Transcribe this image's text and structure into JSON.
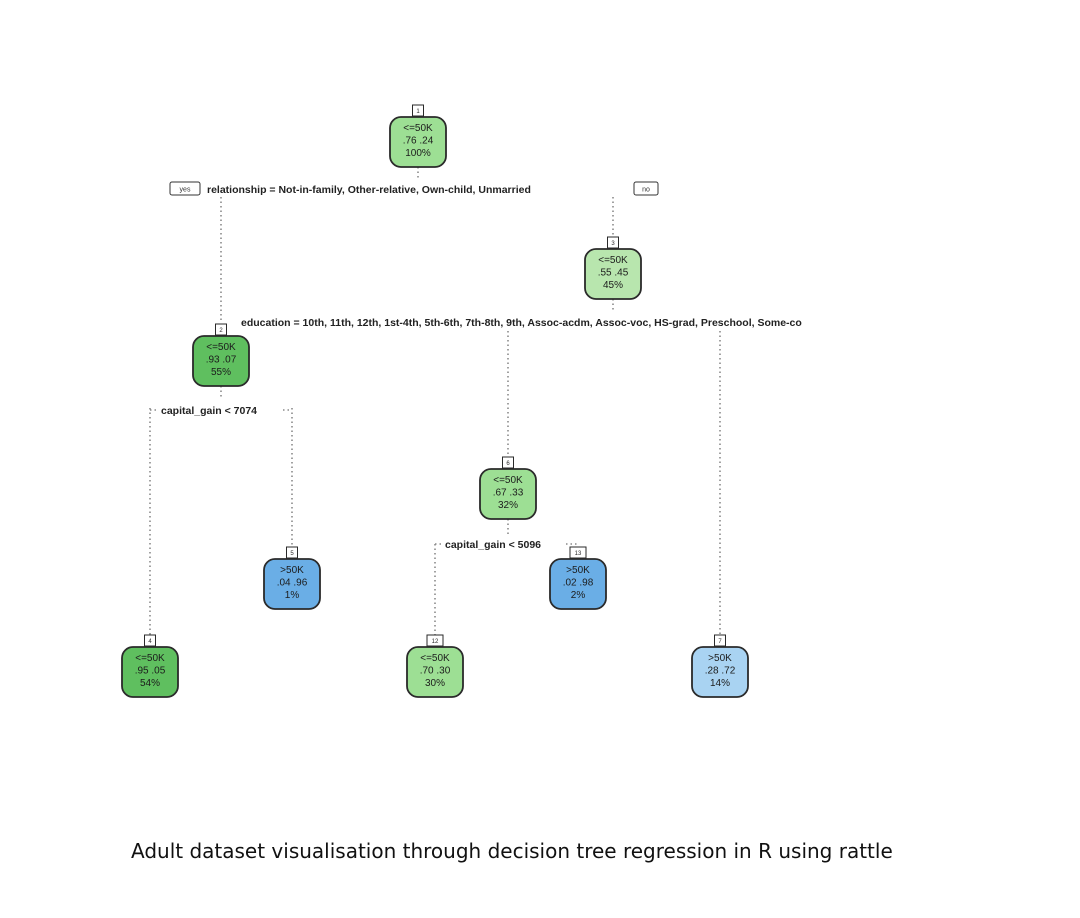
{
  "caption": "Adult dataset visualisation through decision tree regression in R using rattle",
  "colors": {
    "green_light": "#b8e6ae",
    "green_mid": "#9ddf94",
    "green_dark": "#5fbf5f",
    "blue_light": "#a9d3f2",
    "blue_mid": "#6aaee6",
    "connector": "#8a8a8a"
  },
  "nodes": [
    {
      "id": "1",
      "class_label": "<=50K",
      "probs": ".76  .24",
      "pct": "100%",
      "color": "green_mid"
    },
    {
      "id": "2",
      "class_label": "<=50K",
      "probs": ".93  .07",
      "pct": "55%",
      "color": "green_dark"
    },
    {
      "id": "3",
      "class_label": "<=50K",
      "probs": ".55  .45",
      "pct": "45%",
      "color": "green_light"
    },
    {
      "id": "4",
      "class_label": "<=50K",
      "probs": ".95  .05",
      "pct": "54%",
      "color": "green_dark"
    },
    {
      "id": "5",
      "class_label": ">50K",
      "probs": ".04  .96",
      "pct": "1%",
      "color": "blue_mid"
    },
    {
      "id": "6",
      "class_label": "<=50K",
      "probs": ".67  .33",
      "pct": "32%",
      "color": "green_mid"
    },
    {
      "id": "7",
      "class_label": ">50K",
      "probs": ".28  .72",
      "pct": "14%",
      "color": "blue_light"
    },
    {
      "id": "12",
      "class_label": "<=50K",
      "probs": ".70  .30",
      "pct": "30%",
      "color": "green_mid"
    },
    {
      "id": "13",
      "class_label": ">50K",
      "probs": ".02  .98",
      "pct": "2%",
      "color": "blue_mid"
    }
  ],
  "splits": [
    {
      "id": "split-relationship",
      "text": "relationship =  Not-in-family, Other-relative, Own-child, Unmarried"
    },
    {
      "id": "split-education",
      "text": "education =  10th, 11th, 12th, 1st-4th, 5th-6th, 7th-8th, 9th, Assoc-acdm, Assoc-voc, HS-grad, Preschool, Some-co"
    },
    {
      "id": "split-capgain-1",
      "text": "capital_gain < 7074"
    },
    {
      "id": "split-capgain-2",
      "text": "capital_gain < 5096"
    }
  ],
  "yes_label": "yes",
  "no_label": "no"
}
